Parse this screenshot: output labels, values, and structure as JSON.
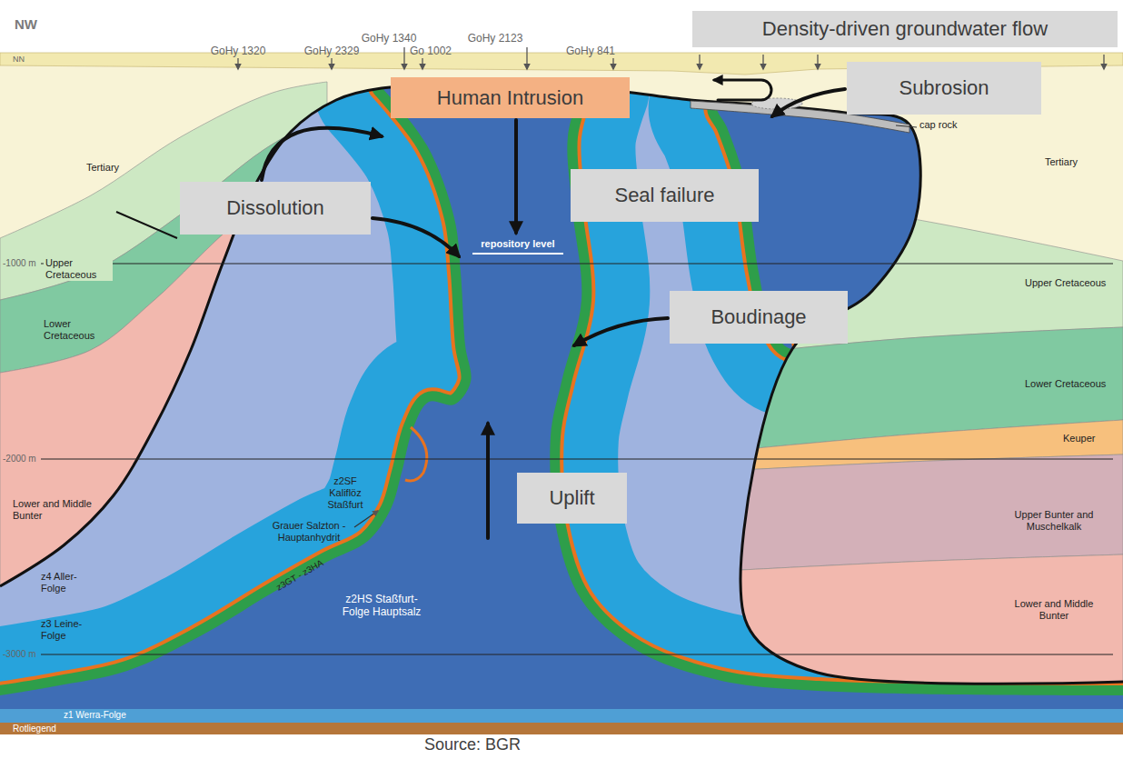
{
  "diagram": {
    "caption": "Source: BGR",
    "nodes": [
      {
        "text": [
          "Density-driven groundwater flow"
        ]
      },
      {
        "text": [
          "Human Intrusion"
        ]
      },
      {
        "text": [
          "Subrosion"
        ]
      },
      {
        "text": [
          "Seal failure"
        ]
      },
      {
        "text": [
          "Dissolution"
        ]
      },
      {
        "text": [
          "Boudinage"
        ]
      },
      {
        "text": [
          "Uplift"
        ]
      }
    ],
    "labels": [
      "NW",
      "GoHy 1320",
      "GoHy 2329",
      "GoHy 1340",
      "Go 1002",
      "GoHy 2123",
      "GoHy 841",
      "NN",
      "cap rock",
      "Tertiary",
      "Tertiary",
      "-1000 m",
      "repository level",
      "Upper Cretaceous",
      "Upper Cretaceous",
      "Lower Cretaceous",
      "Lower Cretaceous",
      "Keuper",
      "-2000 m",
      "z2SF Kaliflöz Staßfurt",
      "Lower and Middle Bunter",
      "Upper Bunter and Muschelkalk",
      "Grauer Salzton - Hauptanhydrit",
      "z4 Aller-Folge",
      "Lower and Middle Bunter",
      "z3GT - z3HA",
      "z2HS Staßfurt-Folge Hauptsalz",
      "z3 Leine-Folge",
      "-3000 m",
      "z1 Werra-Folge",
      "Rotliegend"
    ]
  }
}
